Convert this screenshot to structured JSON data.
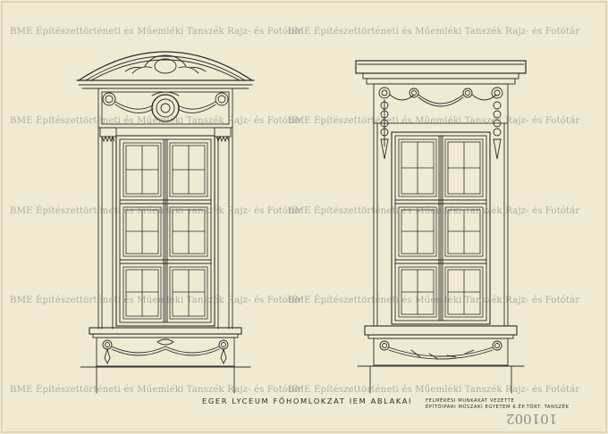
{
  "watermark": {
    "text": "BME Építészettörténeti és Műemléki Tanszék Rajz- és Fotótár",
    "color": "#8a8a8a"
  },
  "drawing": {
    "caption": "EGER LYCEUM FŐHOMLOKZAT IEM ABLAKAI",
    "credit_line_1": "FELMÉRÉSI MUNKÁKAT VEZETTE",
    "credit_line_2": "ÉPÍTŐIPARI MŰSZAKI EGYETEM  K.ÉP.TÖRT. TANSZÉK",
    "inventory_number": "101002",
    "paper_color": "#f1ead2",
    "ink_color": "#2a2a2a"
  }
}
